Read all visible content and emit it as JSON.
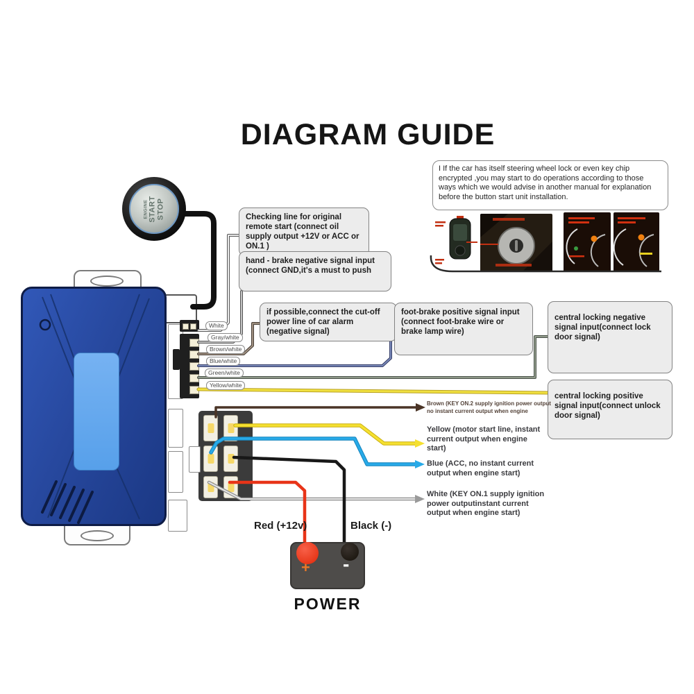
{
  "title": "DIAGRAM GUIDE",
  "info_note": "I If the car has itself steering wheel lock or even key chip encrypted ,you may start to do operations according to those ways which we would advise in another manual for explanation before the button start unit installation.",
  "start_button": {
    "word1": "ENGINE",
    "word2": "START",
    "word3": "STOP"
  },
  "connector_wires": [
    {
      "label": "White",
      "connects_to": "checking-line-box"
    },
    {
      "label": "Gray/white",
      "connects_to": "hand-brake-box"
    },
    {
      "label": "Brown/white",
      "connects_to": "cut-off-box"
    },
    {
      "label": "Blue/white",
      "connects_to": "foot-brake-box"
    },
    {
      "label": "Green/white",
      "connects_to": "central-locking-negative-box"
    },
    {
      "label": "Yellow/white",
      "connects_to": "central-locking-positive-box"
    }
  ],
  "instruction_boxes": {
    "checking_line": "Checking line for original remote start (connect oil supply output +12V or ACC or ON.1 )",
    "hand_brake": "hand - brake negative signal input (connect GND,it's a must to push",
    "cut_off": "if possible,connect the cut-off power line of car alarm (negative signal)",
    "foot_brake": "foot-brake positive signal input (connect foot-brake wire or brake lamp wire)",
    "central_locking_negative": "central locking negative signal input(connect lock door signal)",
    "central_locking_positive": "central locking positive signal input(connect unlock door signal)"
  },
  "harness_labels": {
    "brown_line1": "Brown (KEY ON.2 supply ignition power output",
    "brown_line2": "no instant current output when engine",
    "yellow": "Yellow (motor start line, instant current output when engine start)",
    "blue": "Blue (ACC, no instant current output when engine start)",
    "white": "White (KEY ON.1 supply ignition power outputinstant current output when engine start)"
  },
  "power": {
    "red_label": "Red (+12v)",
    "black_label": "Black (-)",
    "caption": "POWER",
    "plus_sign": "+",
    "minus_sign": "-"
  },
  "wire_colors": {
    "white": "#ffffff",
    "gray_white": "#cfcfcf",
    "brown_white": "#a89888",
    "blue_white": "#8090c0",
    "green_white": "#9aa494",
    "yellow_white": "#f0e040",
    "brown": "#4a3426",
    "yellow": "#f5e030",
    "blue": "#28aae8",
    "black": "#181818",
    "red": "#e83418",
    "white_wire": "#e8e8e8"
  }
}
